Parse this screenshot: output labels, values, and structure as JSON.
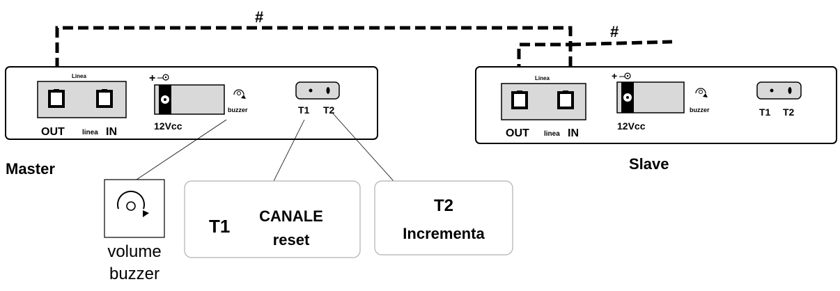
{
  "wire_marks": {
    "main": "#",
    "slave": "#"
  },
  "master": {
    "label": "Master",
    "linea_top": "Linea",
    "port_out": "OUT",
    "port_linea": "linea",
    "port_in": "IN",
    "power_symbol": "+",
    "power_label": "12Vcc",
    "buzzer_label": "buzzer",
    "t1": "T1",
    "t2": "T2"
  },
  "slave": {
    "label": "Slave",
    "linea_top": "Linea",
    "port_out": "OUT",
    "port_linea": "linea",
    "port_in": "IN",
    "power_symbol": "+",
    "power_label": "12Vcc",
    "buzzer_label": "buzzer",
    "t1": "T1",
    "t2": "T2"
  },
  "callouts": {
    "volume_line1": "volume",
    "volume_line2": "buzzer",
    "t1_key": "T1",
    "t1_line1": "CANALE",
    "t1_line2": "reset",
    "t2_key": "T2",
    "t2_line1": "Incrementa"
  }
}
